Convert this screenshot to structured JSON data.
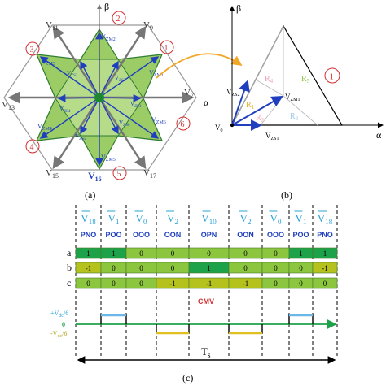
{
  "panel_a": {
    "caption": "(a)",
    "beta": "β",
    "alpha": "α",
    "sector_numbers": [
      "1",
      "2",
      "3",
      "4",
      "5",
      "6"
    ],
    "outer_vectors": [
      "V",
      "11",
      "V",
      "9",
      "V",
      "13",
      "V",
      "7",
      "V",
      "15",
      "V",
      "17"
    ],
    "inner_vectors": [
      "V",
      "ZM1",
      "V",
      "ZM2",
      "V",
      "ZM3",
      "V",
      "ZM4",
      "V",
      "ZM5",
      "V",
      "ZM6"
    ],
    "star_vectors": [
      "V",
      "ZS1",
      "V",
      "ZS2",
      "V",
      "ZS3",
      "V",
      "ZS4",
      "V",
      "ZS5",
      "V",
      "ZS6"
    ],
    "v16": "V",
    "v16_sub": "16"
  },
  "panel_b": {
    "caption": "(b)",
    "beta": "β",
    "alpha": "α",
    "sector": "1",
    "regions": [
      "R",
      "4",
      "R",
      "5",
      "R",
      "1",
      "R",
      "2",
      "R",
      "3"
    ],
    "vectors": [
      "V",
      "ZS2",
      "V",
      "ZM1",
      "V",
      "ZS1",
      "V",
      "0"
    ]
  },
  "panel_c": {
    "caption": "(c)",
    "vectors": [
      {
        "v": "V",
        "sub": "18",
        "state": "PNO"
      },
      {
        "v": "V",
        "sub": "1",
        "state": "POO"
      },
      {
        "v": "V",
        "sub": "0",
        "state": "OOO"
      },
      {
        "v": "V",
        "sub": "2",
        "state": "OON"
      },
      {
        "v": "V",
        "sub": "10",
        "state": "OPN"
      },
      {
        "v": "V",
        "sub": "2",
        "state": "OON"
      },
      {
        "v": "V",
        "sub": "0",
        "state": "OOO"
      },
      {
        "v": "V",
        "sub": "1",
        "state": "POO"
      },
      {
        "v": "V",
        "sub": "18",
        "state": "PNO"
      }
    ],
    "phase_labels": [
      "a",
      "b",
      "c"
    ],
    "row_a": [
      "1",
      "1",
      "0",
      "0",
      "0",
      "0",
      "0",
      "1",
      "1"
    ],
    "row_b": [
      "-1",
      "0",
      "0",
      "0",
      "1",
      "0",
      "0",
      "0",
      "-1"
    ],
    "row_c": [
      "0",
      "0",
      "0",
      "-1",
      "-1",
      "-1",
      "0",
      "0",
      "0"
    ],
    "cmv_label": "CMV",
    "cmv_levels": [
      "+V",
      "dc",
      "/6",
      "0",
      "-V",
      "dc",
      "/6"
    ],
    "period": "T",
    "period_sub": "s"
  },
  "colors": {
    "level_pos": "#1da24a",
    "level_zero": "#8cc63f",
    "level_neg": "#b5c21e",
    "vector_blue": "#1f3fbf",
    "star_fill": "#9ccc65",
    "sector_red": "#d32f2f",
    "header_cyan": "#29a3d6"
  }
}
